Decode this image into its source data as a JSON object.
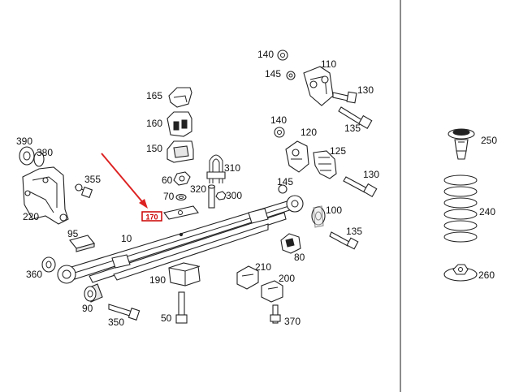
{
  "labels": {
    "l10": "10",
    "l50": "50",
    "l60": "60",
    "l70": "70",
    "l80": "80",
    "l90": "90",
    "l95": "95",
    "l100": "100",
    "l110": "110",
    "l120": "120",
    "l125": "125",
    "l130a": "130",
    "l130b": "130",
    "l130c": "130",
    "l135a": "135",
    "l135b": "135",
    "l140a": "140",
    "l140b": "140",
    "l145a": "145",
    "l145b": "145",
    "l150": "150",
    "l160": "160",
    "l165": "165",
    "l190": "190",
    "l200": "200",
    "l210": "210",
    "l220": "220",
    "l240": "240",
    "l250": "250",
    "l260": "260",
    "l300": "300",
    "l310": "310",
    "l320": "320",
    "l350": "350",
    "l355": "355",
    "l360": "360",
    "l370": "370",
    "l380": "380",
    "l390": "390"
  },
  "highlight": {
    "label": "170",
    "color": "#cc0000"
  },
  "arrow_color": "#dd2222",
  "divider_color": "#666666"
}
